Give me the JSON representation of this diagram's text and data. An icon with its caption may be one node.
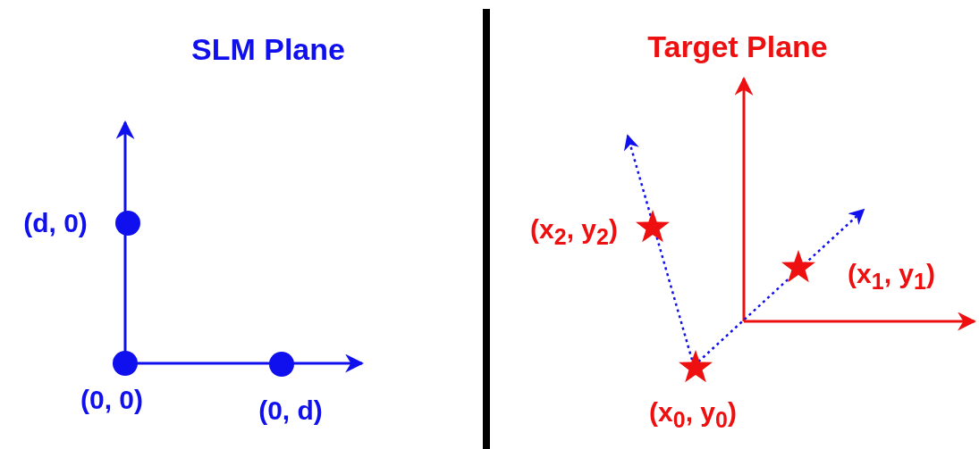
{
  "diagram": {
    "labels": [
      "SLM Plane",
      "Target Plane",
      "(d, 0)",
      "(x$_{2}$, y$_{2}$)",
      "(x$_{1}$, y$_{1}$)",
      "(0, 0)",
      "(0, d)",
      "(x$_{0}$, y$_{0}$)"
    ]
  }
}
